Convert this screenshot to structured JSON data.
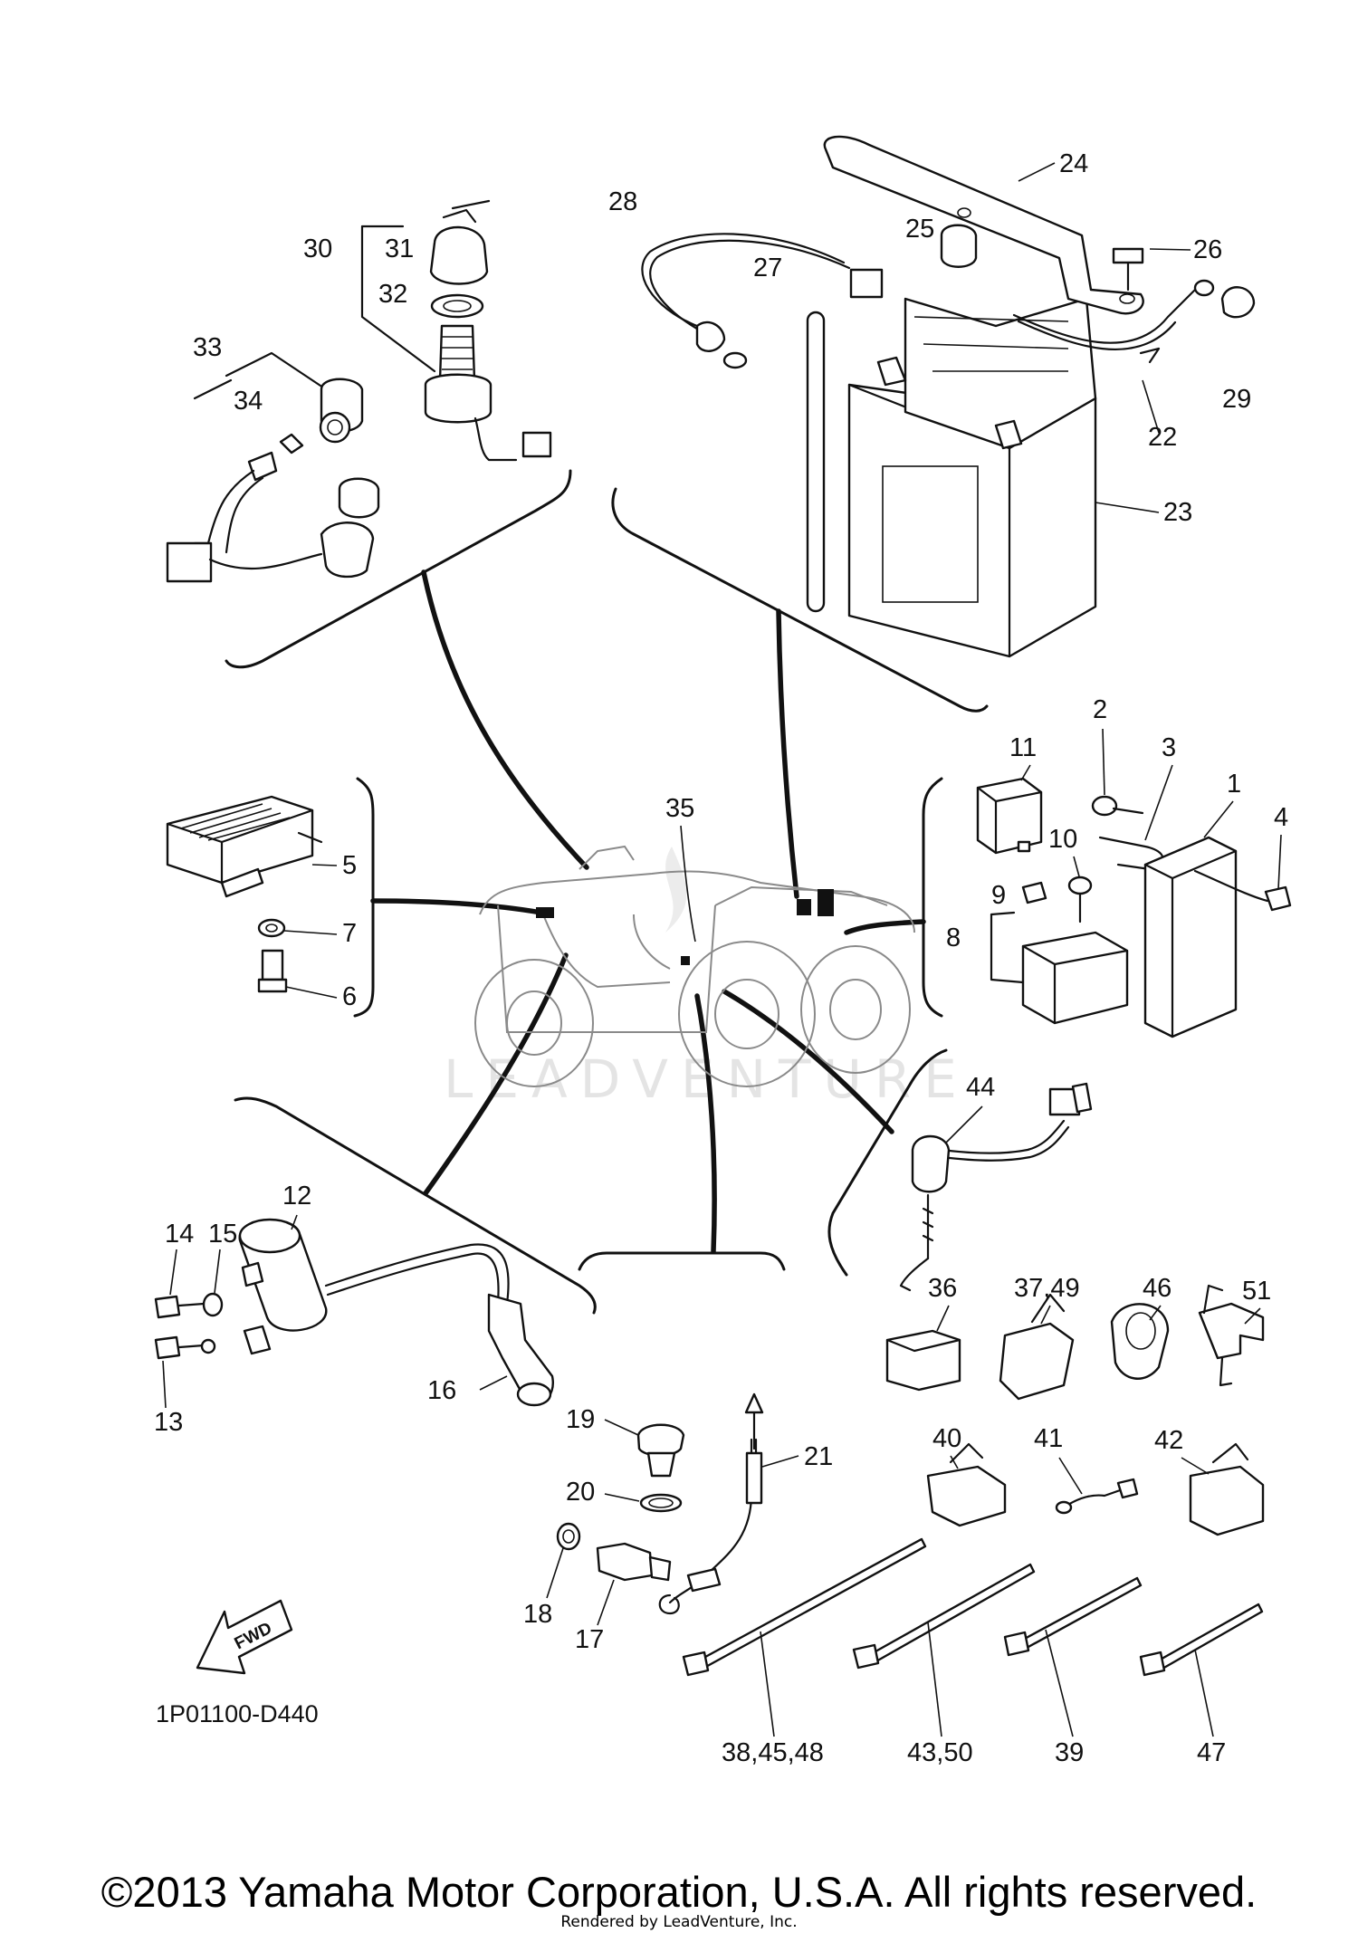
{
  "diagram_code": "1P01100-D440",
  "fwd_label": "FWD",
  "watermark": "LEADVENTURE",
  "copyright": "©2013 Yamaha Motor Corporation, U.S.A. All rights reserved.",
  "rendered_by": "Rendered by LeadVenture, Inc.",
  "callouts": {
    "c1": "1",
    "c2": "2",
    "c3": "3",
    "c4": "4",
    "c5": "5",
    "c6": "6",
    "c7": "7",
    "c8": "8",
    "c9": "9",
    "c10": "10",
    "c11": "11",
    "c12": "12",
    "c13": "13",
    "c14": "14",
    "c15": "15",
    "c16": "16",
    "c17": "17",
    "c18": "18",
    "c19": "19",
    "c20": "20",
    "c21": "21",
    "c22": "22",
    "c23": "23",
    "c24": "24",
    "c25": "25",
    "c26": "26",
    "c27": "27",
    "c28": "28",
    "c29": "29",
    "c30": "30",
    "c31": "31",
    "c32": "32",
    "c33": "33",
    "c34": "34",
    "c35": "35",
    "c36": "36",
    "c37_49": "37,49",
    "c38_45_48": "38,45,48",
    "c39": "39",
    "c40": "40",
    "c41": "41",
    "c42": "42",
    "c43_50": "43,50",
    "c44": "44",
    "c46": "46",
    "c47": "47",
    "c51": "51"
  }
}
